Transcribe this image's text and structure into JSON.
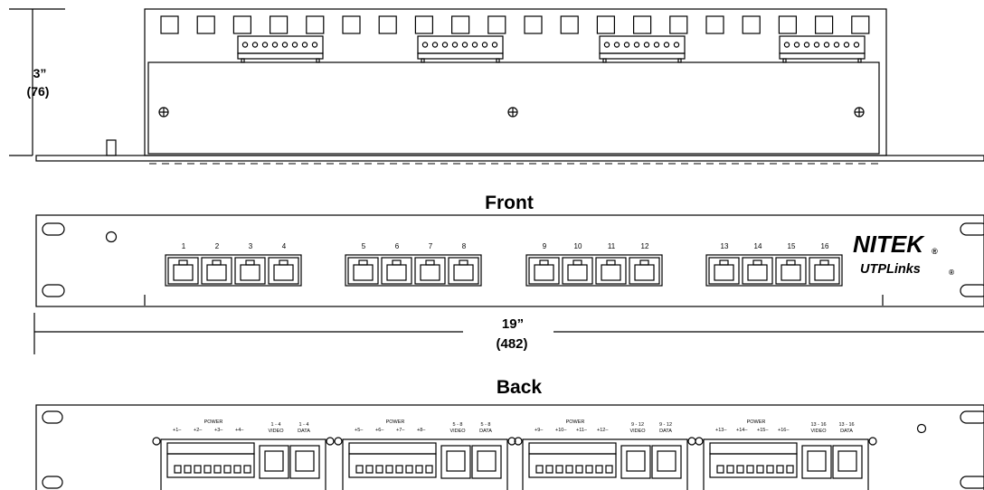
{
  "dimensions": {
    "height_in": "3”",
    "height_mm": "(76)",
    "width_in": "19”",
    "width_mm": "(482)"
  },
  "views": {
    "front_title": "Front",
    "back_title": "Back"
  },
  "front_panel": {
    "groups": [
      {
        "ports": [
          "1",
          "2",
          "3",
          "4"
        ]
      },
      {
        "ports": [
          "5",
          "6",
          "7",
          "8"
        ]
      },
      {
        "ports": [
          "9",
          "10",
          "11",
          "12"
        ]
      },
      {
        "ports": [
          "13",
          "14",
          "15",
          "16"
        ]
      }
    ],
    "brand": "NITEK",
    "brand_mark": "®",
    "product_line": "UTPLinks",
    "product_mark": "®"
  },
  "back_panel": {
    "groups": [
      {
        "power_label": "POWER",
        "channels": [
          "1",
          "2",
          "3",
          "4"
        ],
        "video": "1 - 4",
        "data": "1 - 4"
      },
      {
        "power_label": "POWER",
        "channels": [
          "5",
          "6",
          "7",
          "8"
        ],
        "video": "5 - 8",
        "data": "5 - 8"
      },
      {
        "power_label": "POWER",
        "channels": [
          "9",
          "10",
          "11",
          "12"
        ],
        "video": "9 - 12",
        "data": "9 - 12"
      },
      {
        "power_label": "POWER",
        "channels": [
          "13",
          "14",
          "15",
          "16"
        ],
        "video": "13 - 16",
        "data": "13 - 16"
      }
    ],
    "video_word": "VIDEO",
    "data_word": "DATA"
  }
}
